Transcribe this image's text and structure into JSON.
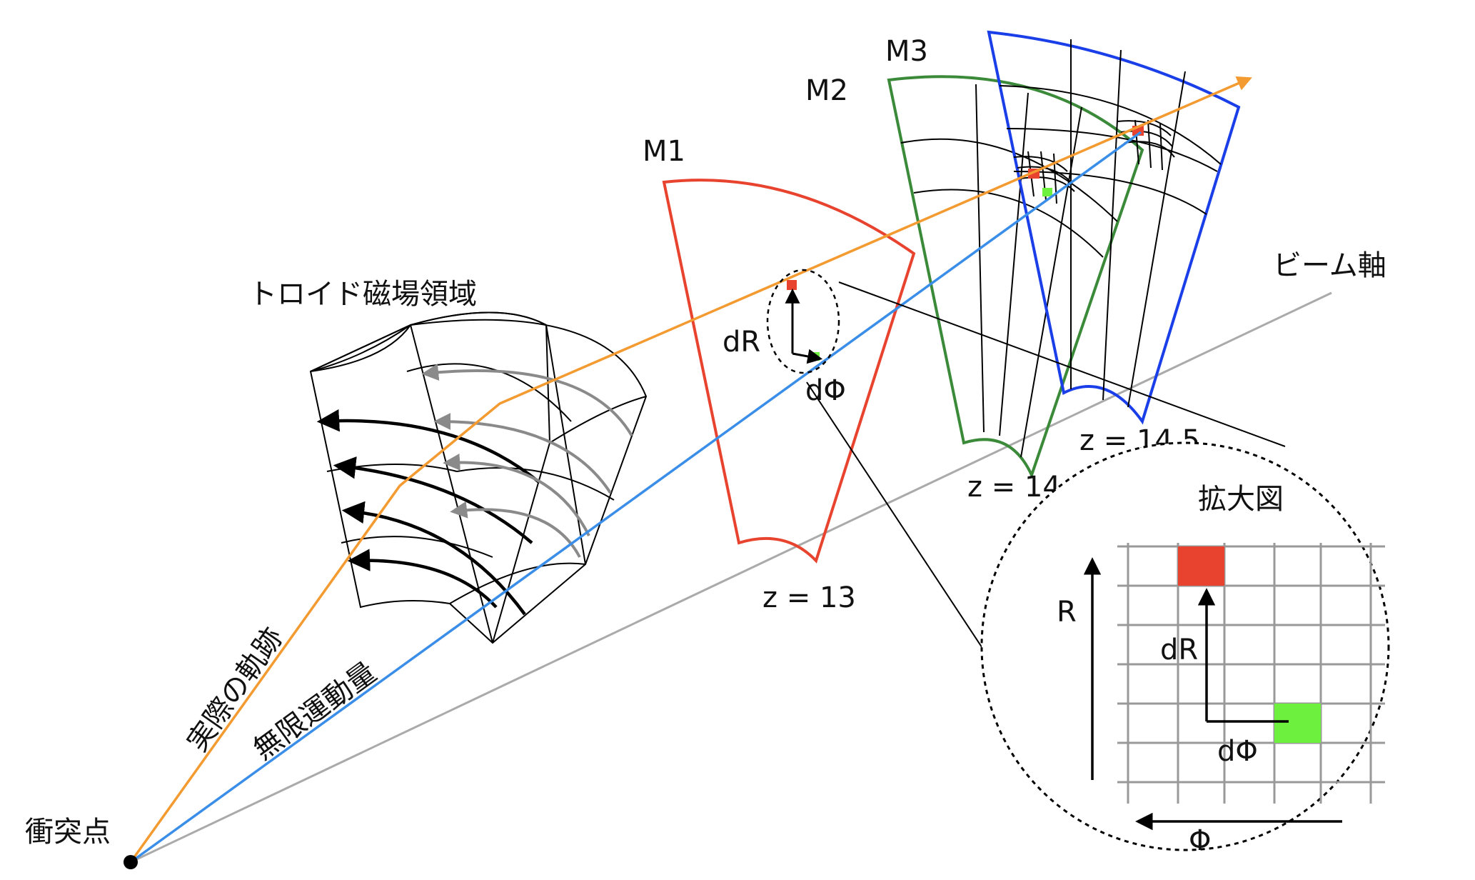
{
  "labels": {
    "toroid_region": "トロイド磁場領域",
    "beam_axis": "ビーム軸",
    "collision_point": "衝突点",
    "actual_trajectory": "実際の軌跡",
    "infinite_momentum": "無限運動量",
    "m1": "M1",
    "m2": "M2",
    "m3": "M3",
    "z_m1": "z = 13",
    "z_m2": "z = 14",
    "z_m3": "z = 14.5",
    "dR": "dR",
    "dPhi": "dΦ",
    "zoom_title": "拡大図",
    "zoom_R": "R",
    "zoom_dR": "dR",
    "zoom_dPhi": "dΦ",
    "zoom_Phi": "Φ"
  },
  "colors": {
    "m1_outline": "#e8432e",
    "m2_outline": "#3a8a3a",
    "m3_outline": "#1a3ee8",
    "actual_trajectory": "#f39a30",
    "infinite_momentum": "#3a8ee8",
    "beam_axis": "#aaaaaa",
    "red_hit": "#e8432e",
    "green_hit": "#6ef03e",
    "field_arrow_black": "#000000",
    "field_arrow_gray": "#8a8a8a"
  }
}
